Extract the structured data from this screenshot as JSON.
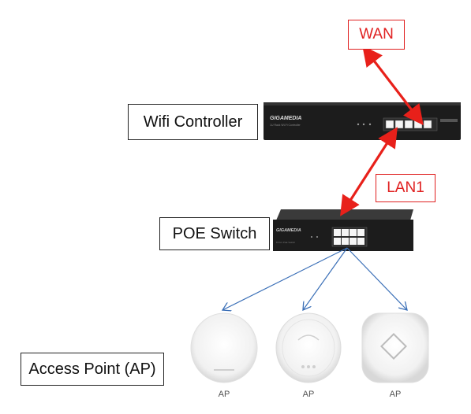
{
  "labels": {
    "wan": "WAN",
    "wifi_controller": "Wifi Controller",
    "lan1": "LAN1",
    "poe_switch": "POE Switch",
    "access_point": "Access Point (AP)"
  },
  "devices": {
    "controller_brand": "GIGAMEDIA",
    "switch_brand": "GIGAMEDIA"
  },
  "access_points": [
    {
      "label": "AP"
    },
    {
      "label": "AP"
    },
    {
      "label": "AP"
    }
  ],
  "colors": {
    "red_arrow": "#e8201a",
    "blue_arrow": "#3a6fb7",
    "device_body": "#1c1c1c"
  }
}
